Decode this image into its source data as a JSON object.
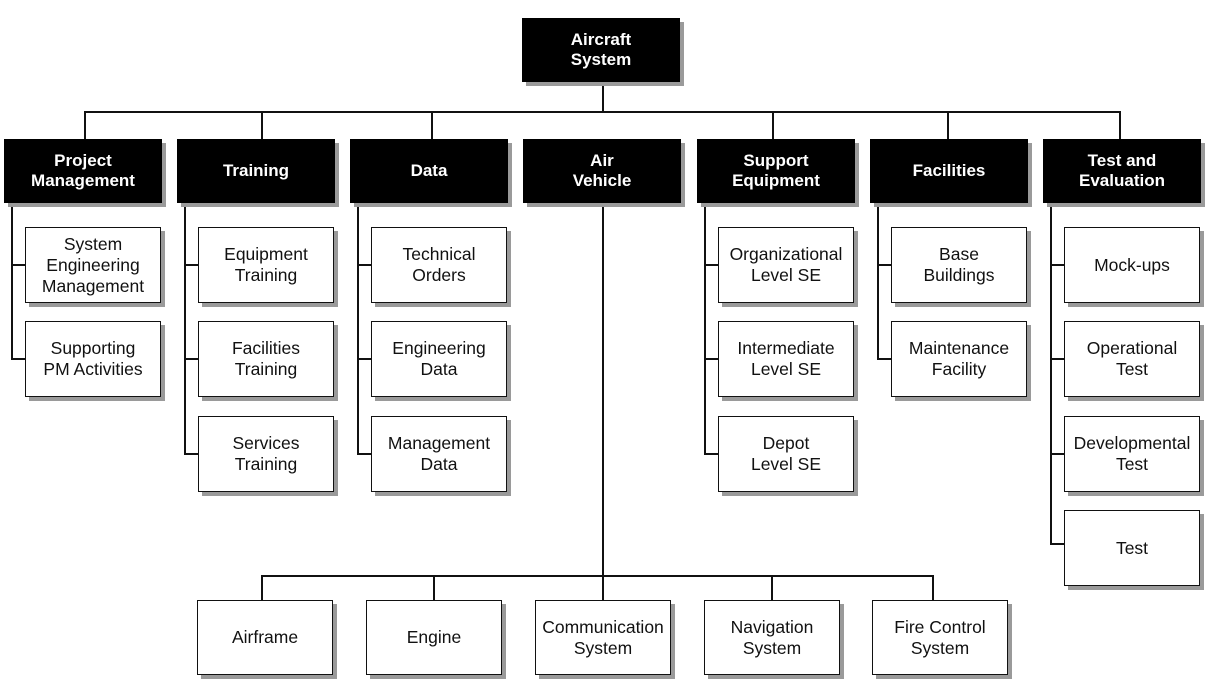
{
  "root": {
    "label": "Aircraft\nSystem"
  },
  "branches": [
    {
      "label": "Project\nManagement",
      "children": [
        "System\nEngineering\nManagement",
        "Supporting\nPM Activities"
      ]
    },
    {
      "label": "Training",
      "children": [
        "Equipment\nTraining",
        "Facilities\nTraining",
        "Services\nTraining"
      ]
    },
    {
      "label": "Data",
      "children": [
        "Technical\nOrders",
        "Engineering\nData",
        "Management\nData"
      ]
    },
    {
      "label": "Air\nVehicle",
      "children": [
        "Airframe",
        "Engine",
        "Communication\nSystem",
        "Navigation\nSystem",
        "Fire Control\nSystem"
      ]
    },
    {
      "label": "Support\nEquipment",
      "children": [
        "Organizational\nLevel SE",
        "Intermediate\nLevel SE",
        "Depot\nLevel SE"
      ]
    },
    {
      "label": "Facilities",
      "children": [
        "Base\nBuildings",
        "Maintenance\nFacility"
      ]
    },
    {
      "label": "Test and\nEvaluation",
      "children": [
        "Mock-ups",
        "Operational\nTest",
        "Developmental\nTest",
        "Test"
      ]
    }
  ]
}
